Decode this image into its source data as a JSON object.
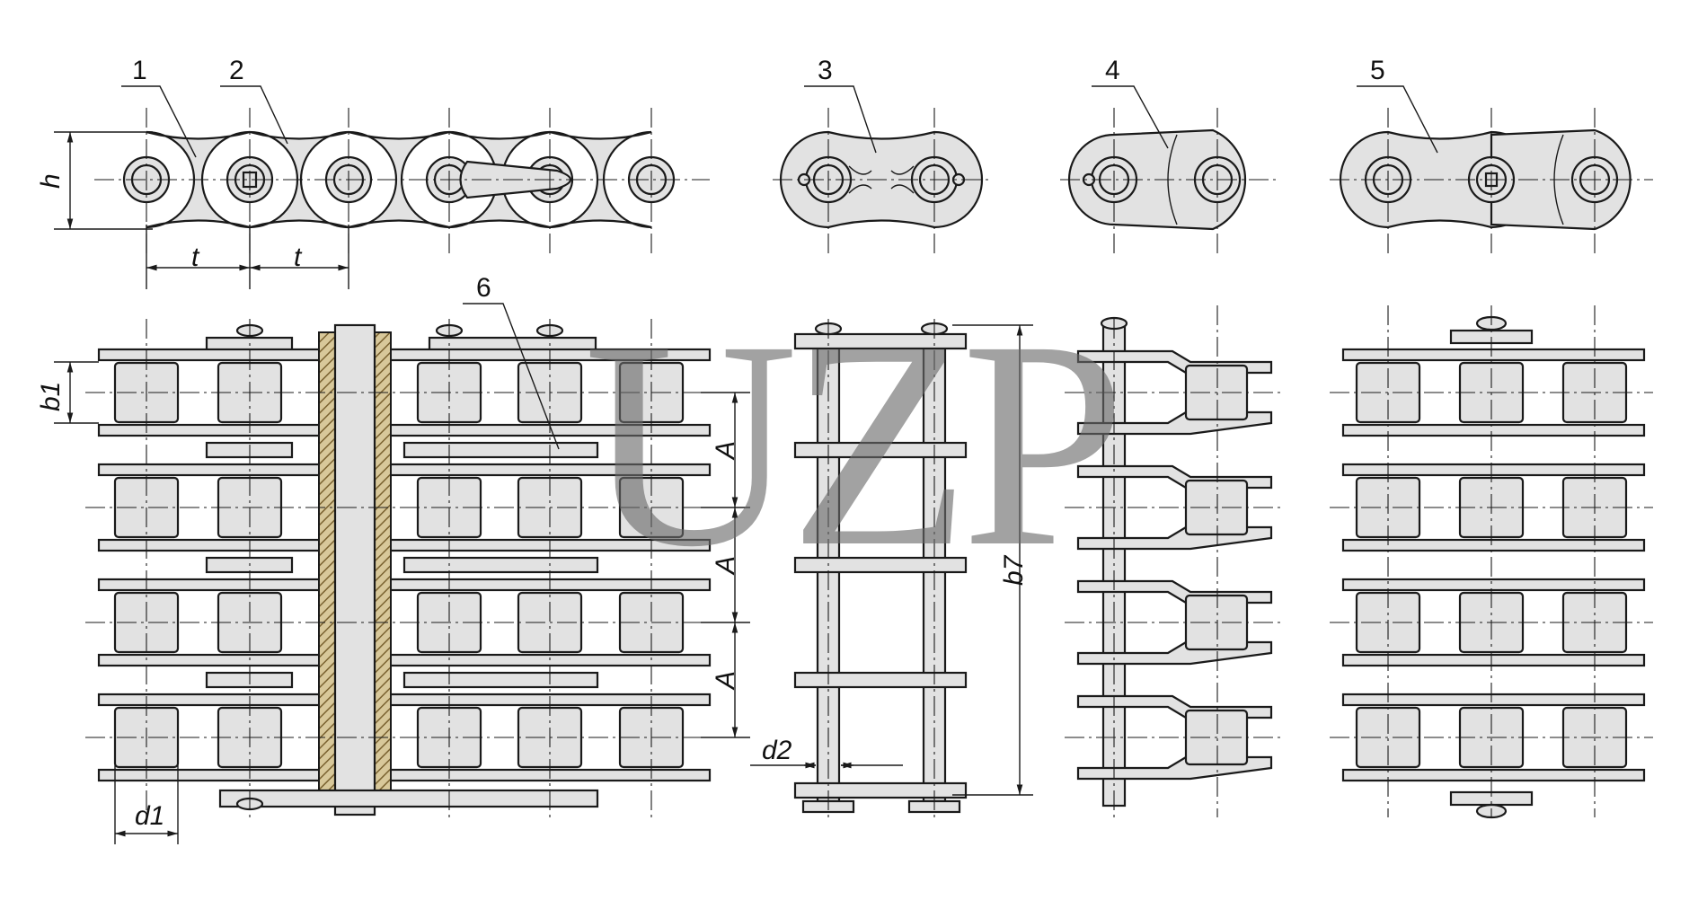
{
  "callouts": [
    "1",
    "2",
    "3",
    "4",
    "5",
    "6"
  ],
  "dimensions": {
    "h": "h",
    "t1": "t",
    "t2": "t",
    "b1": "b1",
    "A1": "A",
    "A2": "A",
    "A3": "A",
    "b7": "b7",
    "d2": "d2",
    "d1": "d1"
  },
  "watermark": "UZP",
  "colors": {
    "part_fill": "#e2e2e2",
    "line": "#1a1a1a",
    "hatch": "#b8985a",
    "watermark": "#6a6a6a"
  }
}
